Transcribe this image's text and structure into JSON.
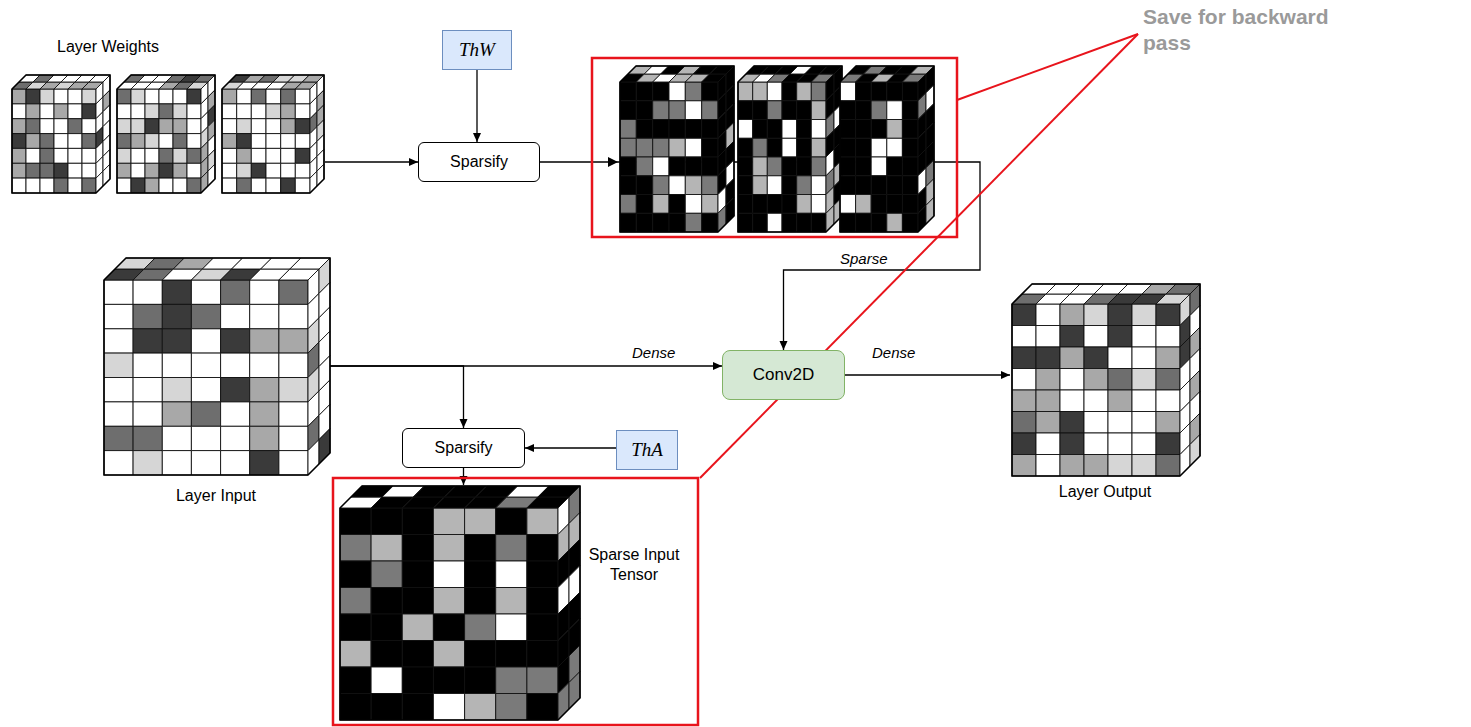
{
  "diagram": {
    "nodes": [
      {
        "text": [
          "Layer Weights"
        ]
      },
      {
        "text": [
          "ThW"
        ]
      },
      {
        "text": [
          "Sparsify"
        ]
      },
      {
        "text": [
          "Conv2D"
        ]
      },
      {
        "text": [
          "Layer Input"
        ]
      },
      {
        "text": [
          "Sparsify"
        ]
      },
      {
        "text": [
          "ThA"
        ]
      },
      {
        "text": [
          "Sparse Input Tensor"
        ]
      },
      {
        "text": [
          "Layer Output"
        ]
      }
    ],
    "edges": [
      {
        "from": 0,
        "to": 2,
        "arrow": "to"
      },
      {
        "from": 1,
        "to": 2,
        "arrow": "to"
      },
      {
        "from": 2,
        "to": 3,
        "label": "Sparse",
        "arrow": "to"
      },
      {
        "from": 4,
        "to": 3,
        "label": "Dense",
        "arrow": "to"
      },
      {
        "from": 3,
        "to": 8,
        "label": "Dense",
        "arrow": "to"
      },
      {
        "from": 4,
        "to": 5,
        "arrow": "to"
      },
      {
        "from": 6,
        "to": 5,
        "arrow": "to"
      },
      {
        "from": 5,
        "to": 7,
        "arrow": "to"
      }
    ],
    "labels": [
      "Save for backward pass"
    ]
  }
}
